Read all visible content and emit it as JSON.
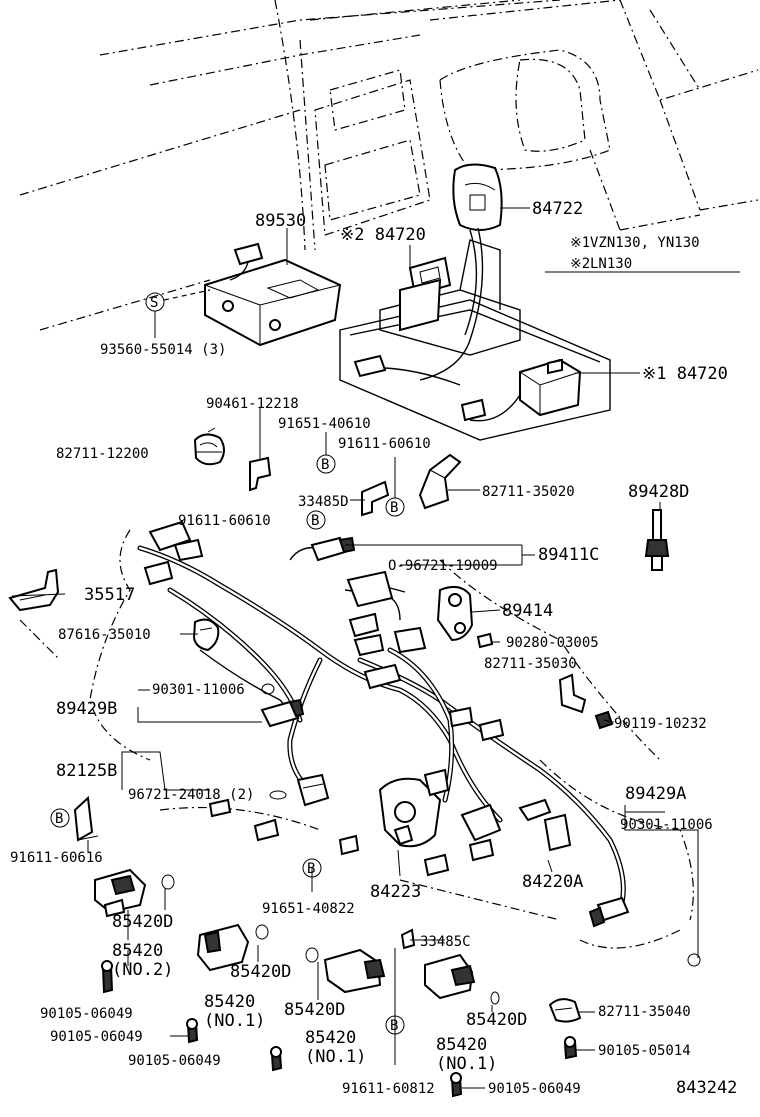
{
  "diagram": {
    "figure_number": "843242",
    "legend": [
      {
        "mark": "※1",
        "models": "VZN130, YN130"
      },
      {
        "mark": "※2",
        "models": "LN130"
      }
    ],
    "callouts": {
      "p89530": "89530",
      "p84722": "84722",
      "p84720_n2": "※2 84720",
      "p93560": "93560-55014 (3)",
      "p84720_n1": "※1 84720",
      "p90461": "90461-12218",
      "p91651_40610": "91651-40610",
      "p82711_12200": "82711-12200",
      "p91611_60610a": "91611-60610",
      "p33485d": "33485D",
      "p82711_35020": "82711-35020",
      "p89428d": "89428D",
      "p91611_60610b": "91611-60610",
      "p96721_19009": "O-96721-19009",
      "p89411c": "89411C",
      "p35517": "35517",
      "p89414": "89414",
      "p87616": "87616-35010",
      "p90280": "90280-03005",
      "p82711_35030": "82711-35030",
      "p90301_a": "90301-11006",
      "p89429b": "89429B",
      "p90119": "90119-10232",
      "p82125b": "82125B",
      "p96721_24018": "96721-24018 (2)",
      "p89429a": "89429A",
      "p90301_b": "90301-11006",
      "p91611_60616": "91611-60616",
      "p91651_40822": "91651-40822",
      "p84223": "84223",
      "p84220a": "84220A",
      "p85420d_a": "85420D",
      "p85420_no2a": "85420",
      "p85420_no2b": "(NO.2)",
      "p85420d_b": "85420D",
      "p33485c": "33485C",
      "p90105_a": "90105-06049",
      "p85420_no1a": "85420",
      "p85420_no1b": "(NO.1)",
      "p85420d_c": "85420D",
      "p85420d_d": "85420D",
      "p90105_b": "90105-06049",
      "p82711_35040": "82711-35040",
      "p90105_c": "90105-06049",
      "p85420_no1c": "85420",
      "p85420_no1d": "(NO.1)",
      "p85420_no1e": "85420",
      "p85420_no1f": "(NO.1)",
      "p90105_05014": "90105-05014",
      "p91611_60812": "91611-60812",
      "p90105_d": "90105-06049"
    },
    "circle_marks": {
      "s": "S",
      "b": "B"
    }
  }
}
